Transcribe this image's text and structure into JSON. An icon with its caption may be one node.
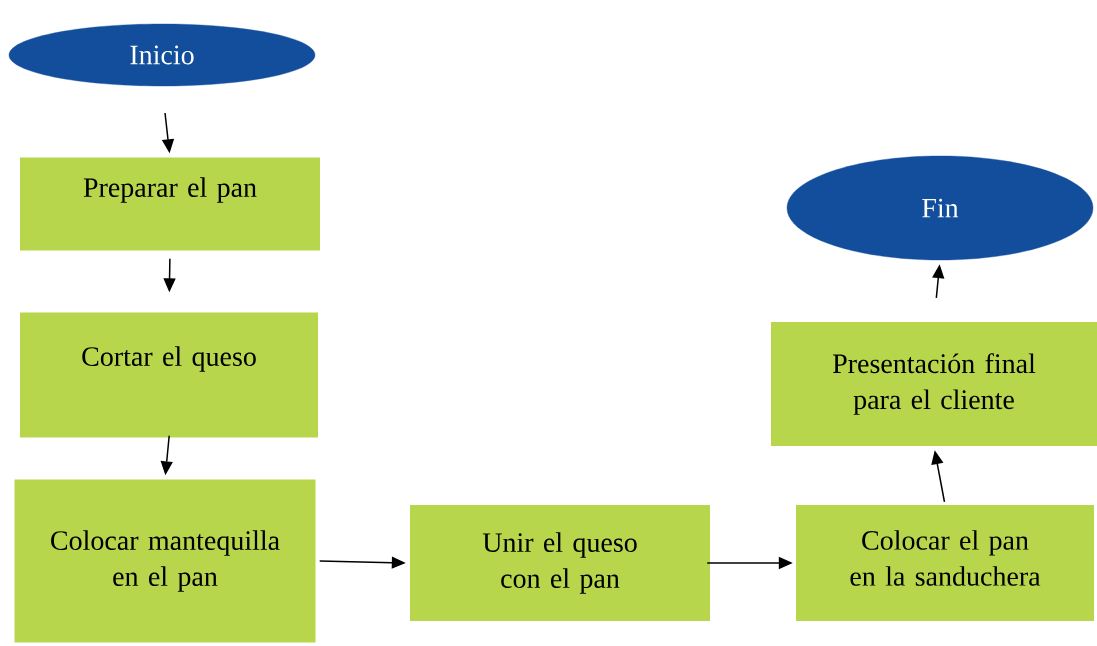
{
  "diagram": {
    "nodes": [
      {
        "text": [
          "Inicio"
        ]
      },
      {
        "text": [
          "Preparar el pan"
        ]
      },
      {
        "text": [
          "Cortar el queso"
        ]
      },
      {
        "text": [
          "Colocar mantequilla en el pan"
        ]
      },
      {
        "text": [
          "Unir el queso con el pan"
        ]
      },
      {
        "text": [
          "Colocar el pan en la sanduchera"
        ]
      },
      {
        "text": [
          "Presentación final para el cliente"
        ]
      },
      {
        "text": [
          "Fin"
        ]
      }
    ],
    "edges": [
      {
        "from": 0,
        "to": 1,
        "arrow": "to"
      },
      {
        "from": 1,
        "to": 2,
        "arrow": "to"
      },
      {
        "from": 2,
        "to": 3,
        "arrow": "to"
      },
      {
        "from": 3,
        "to": 4,
        "arrow": "to"
      },
      {
        "from": 4,
        "to": 5,
        "arrow": "to"
      },
      {
        "from": 5,
        "to": 6,
        "arrow": "to"
      },
      {
        "from": 6,
        "to": 7,
        "arrow": "to"
      }
    ]
  }
}
